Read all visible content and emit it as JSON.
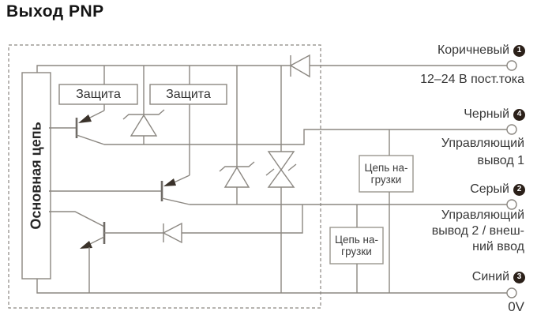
{
  "title": "Выход PNP",
  "colors": {
    "line": "#8b8781",
    "bar": "#6f6b66",
    "arrow": "#3a322a",
    "text": "#383838",
    "badge_bg": "#2b2019",
    "badge_text": "#ffffff"
  },
  "blocks": {
    "main_circuit": "Основная цепь",
    "protection_1": "Защита",
    "protection_2": "Защита",
    "load_1_line1": "Цепь на-",
    "load_1_line2": "грузки",
    "load_2_line1": "Цепь на-",
    "load_2_line2": "грузки"
  },
  "terminals": [
    {
      "wire": "Коричневый",
      "pin": "1",
      "desc_lines": [
        "12–24 В пост.тока"
      ]
    },
    {
      "wire": "Черный",
      "pin": "4",
      "desc_lines": [
        "Управляющий",
        "вывод 1"
      ]
    },
    {
      "wire": "Серый",
      "pin": "2",
      "desc_lines": [
        "Управляющий",
        "вывод 2 / внеш-",
        "ний ввод"
      ]
    },
    {
      "wire": "Синий",
      "pin": "3",
      "desc_lines": [
        "0V"
      ]
    }
  ]
}
